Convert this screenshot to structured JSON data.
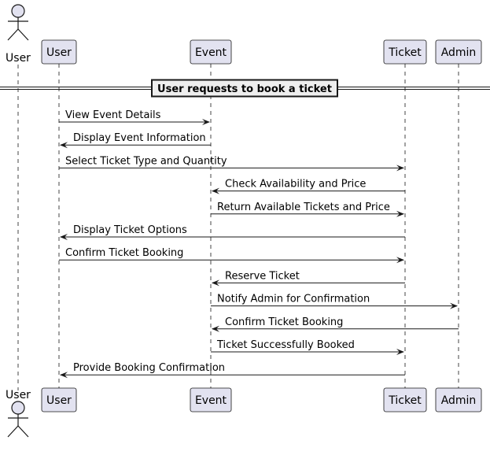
{
  "participants": [
    {
      "id": "u_actor",
      "label": "User",
      "kind": "actor"
    },
    {
      "id": "user",
      "label": "User",
      "kind": "participant"
    },
    {
      "id": "event",
      "label": "Event",
      "kind": "participant"
    },
    {
      "id": "ticket",
      "label": "Ticket",
      "kind": "participant"
    },
    {
      "id": "admin",
      "label": "Admin",
      "kind": "participant"
    }
  ],
  "divider": {
    "label": "User requests to book a ticket"
  },
  "messages": [
    {
      "from": "user",
      "to": "event",
      "label": "View Event Details"
    },
    {
      "from": "event",
      "to": "user",
      "label": "Display Event Information"
    },
    {
      "from": "user",
      "to": "ticket",
      "label": "Select Ticket Type and Quantity"
    },
    {
      "from": "ticket",
      "to": "event",
      "label": "Check Availability and Price"
    },
    {
      "from": "event",
      "to": "ticket",
      "label": "Return Available Tickets and Price"
    },
    {
      "from": "ticket",
      "to": "user",
      "label": "Display Ticket Options"
    },
    {
      "from": "user",
      "to": "ticket",
      "label": "Confirm Ticket Booking"
    },
    {
      "from": "ticket",
      "to": "event",
      "label": "Reserve Ticket"
    },
    {
      "from": "event",
      "to": "admin",
      "label": "Notify Admin for Confirmation"
    },
    {
      "from": "admin",
      "to": "event",
      "label": "Confirm Ticket Booking"
    },
    {
      "from": "event",
      "to": "ticket",
      "label": "Ticket Successfully Booked"
    },
    {
      "from": "ticket",
      "to": "user",
      "label": "Provide Booking Confirmation"
    }
  ],
  "colors": {
    "participant_fill": "#e2e2f0",
    "participant_border": "#181818",
    "lifeline": "#181818",
    "arrow": "#181818",
    "divider_fill": "#eeeeee",
    "text": "#000000"
  }
}
